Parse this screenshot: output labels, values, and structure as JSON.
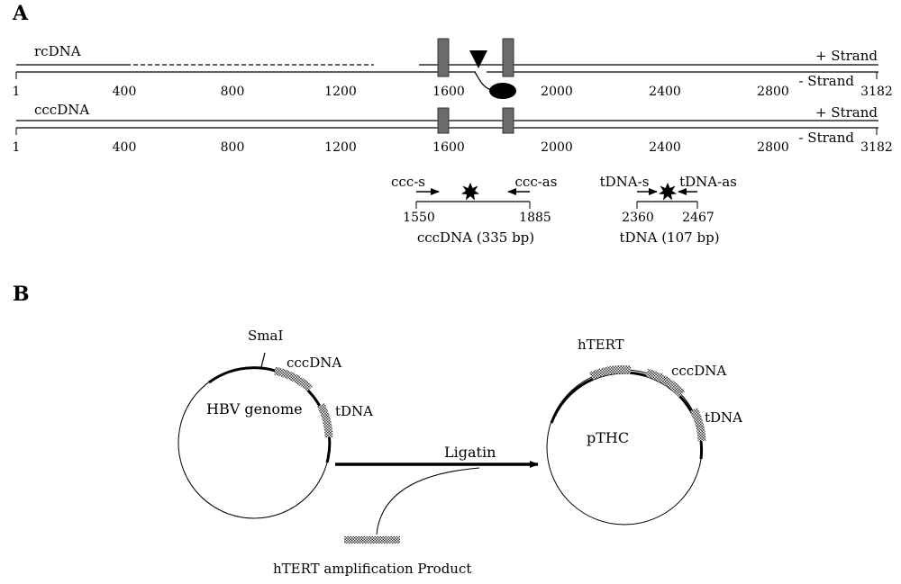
{
  "panelA": {
    "label": "A",
    "rc_row_label": "rcDNA",
    "ccc_row_label": "cccDNA",
    "plus_strand": "+ Strand",
    "minus_strand": "- Strand",
    "scale_ticks_1": [
      "1",
      "400",
      "800",
      "1200",
      "1600",
      "2000",
      "2400",
      "2800",
      "3182"
    ],
    "scale_ticks_2": [
      "1",
      "400",
      "800",
      "1200",
      "1600",
      "2000",
      "2400",
      "2800",
      "3182"
    ],
    "ccc_primer_fwd": "ccc-s",
    "ccc_primer_rev": "ccc-as",
    "ccc_start": "1550",
    "ccc_end": "1885",
    "ccc_product": "cccDNA (335 bp)",
    "t_primer_fwd": "tDNA-s",
    "t_primer_rev": "tDNA-as",
    "t_start": "2360",
    "t_end": "2467",
    "t_product": "tDNA (107 bp)"
  },
  "panelB": {
    "label": "B",
    "smal": "SmaI",
    "left_cccdna": "cccDNA",
    "left_tdna": "tDNA",
    "left_name": "HBV genome",
    "ligation": "Ligatin",
    "right_htert": "hTERT",
    "right_cccdna": "cccDNA",
    "right_tdna": "tDNA",
    "right_name": "pTHC",
    "product": "hTERT amplification Product"
  }
}
